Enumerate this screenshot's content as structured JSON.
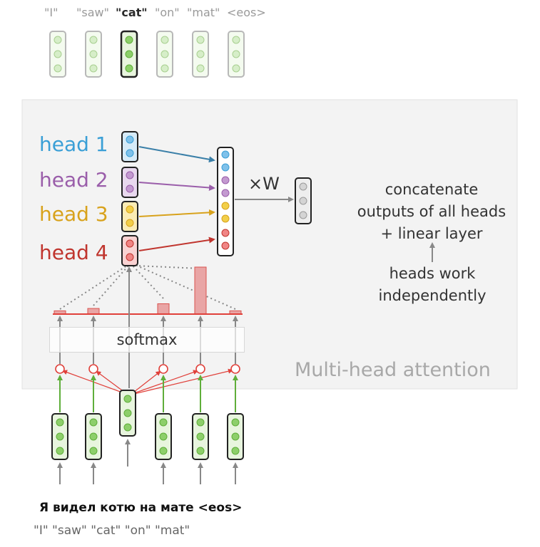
{
  "output_tokens": [
    "\"I\"",
    "\"saw\"",
    "\"cat\"",
    "\"on\"",
    "\"mat\"",
    "<eos>"
  ],
  "active_output_index": 2,
  "heads": [
    {
      "label": "head 1",
      "color": "#3a9fd6",
      "dot": "#7fc1ea",
      "fill": "#d6ebf8"
    },
    {
      "label": "head 2",
      "color": "#9a5eaa",
      "dot": "#c39ad0",
      "fill": "#e8d8ee"
    },
    {
      "label": "head 3",
      "color": "#d8a21c",
      "dot": "#f2cf49",
      "fill": "#fbecb4"
    },
    {
      "label": "head 4",
      "color": "#c0352e",
      "dot": "#f08585",
      "fill": "#f9d2d2"
    }
  ],
  "multiply_label": "×W",
  "concat_note": [
    "concatenate",
    "outputs of all heads",
    "+ linear layer"
  ],
  "independent_note": [
    "heads work",
    "independently"
  ],
  "softmax_label": "softmax",
  "panel_title": "Multi-head attention",
  "attention_weights": [
    0.07,
    0.12,
    0.22,
    1.0,
    0.07
  ],
  "source_sentence_ru": "Я видел котю на мате <eos>",
  "source_sentence_en": "\"I\" \"saw\" \"cat\" \"on\" \"mat\"",
  "colors": {
    "encoder_dot": "#8dcf6a",
    "encoder_fill": "#e8f5de",
    "attention": "#e0403a",
    "arrow": "#888888"
  }
}
